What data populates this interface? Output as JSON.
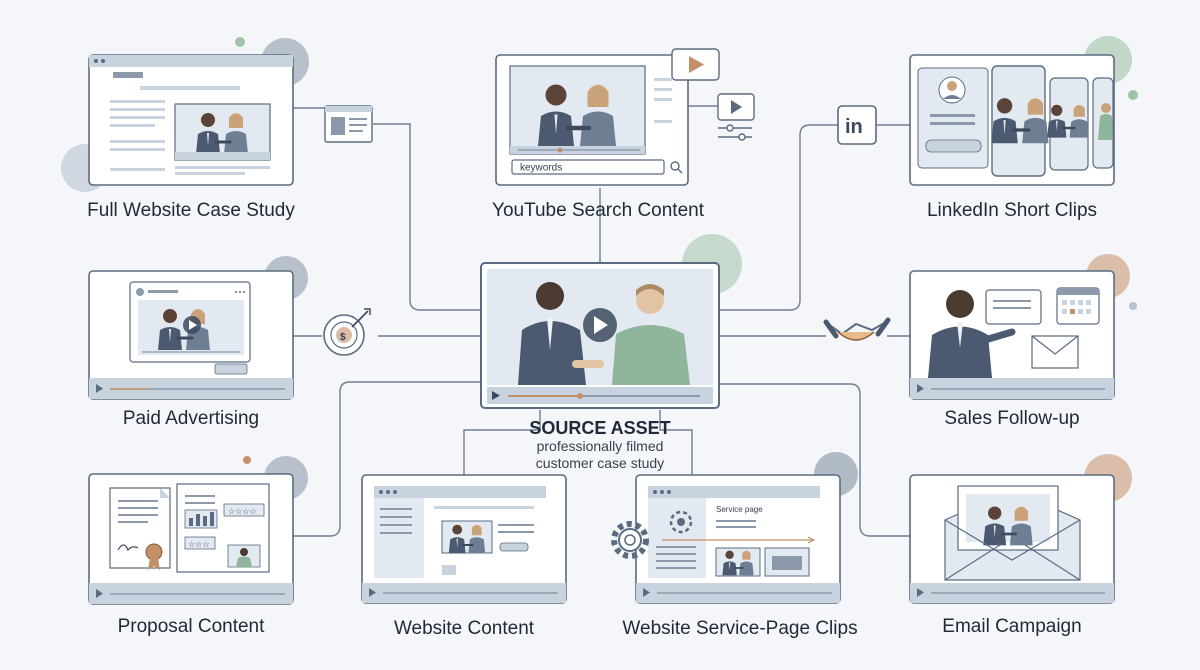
{
  "diagram": {
    "center": {
      "title": "SOURCE ASSET",
      "subtitle": "professionally filmed customer case study"
    },
    "nodes": [
      {
        "id": "full-website-case-study",
        "label": "Full Website Case Study"
      },
      {
        "id": "youtube-search-content",
        "label": "YouTube Search Content"
      },
      {
        "id": "linkedin-short-clips",
        "label": "LinkedIn Short Clips"
      },
      {
        "id": "paid-advertising",
        "label": "Paid Advertising"
      },
      {
        "id": "sales-follow-up",
        "label": "Sales Follow-up"
      },
      {
        "id": "proposal-content",
        "label": "Proposal Content"
      },
      {
        "id": "website-content",
        "label": "Website Content"
      },
      {
        "id": "website-service-page-clips",
        "label": "Website Service-Page Clips"
      },
      {
        "id": "email-campaign",
        "label": "Email Campaign"
      }
    ],
    "youtube_search_text": "keywords",
    "service_page_text": "Service page",
    "linkedin_text": "in",
    "dollar_text": "$",
    "colors": {
      "background": "#f4f6f9",
      "frame": "#5b6b80",
      "panel": "#e3e9f1",
      "suit": "#4b5a70",
      "sweater": "#8fb59a",
      "accent_orange": "#c4906a",
      "accent_green": "#9fc3a7",
      "accent_slate": "#6e7f94"
    }
  }
}
